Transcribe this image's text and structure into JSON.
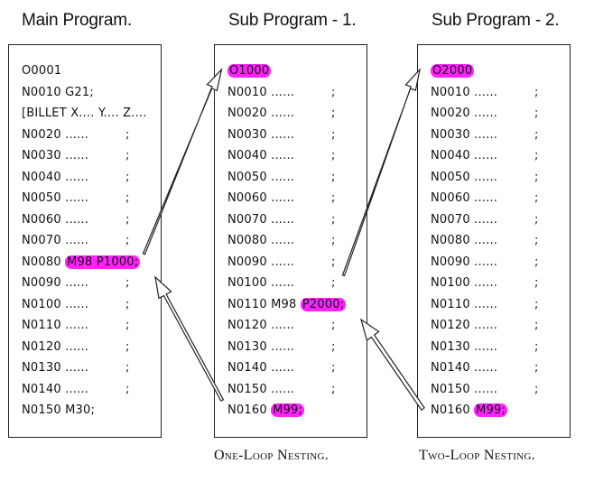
{
  "titles": {
    "main": "Main Program.",
    "sub1": "Sub Program - 1.",
    "sub2": "Sub Program - 2."
  },
  "main_program": {
    "lines": [
      {
        "code": "O0001",
        "semi": false
      },
      {
        "code": "N0010 G21;",
        "semi": false
      },
      {
        "code": "[BILLET X.... Y.... Z....",
        "semi": false
      },
      {
        "code": "N0020 ......",
        "semi": true
      },
      {
        "code": "N0030 ......",
        "semi": true
      },
      {
        "code": "N0040 ......",
        "semi": true
      },
      {
        "code": "N0050 ......",
        "semi": true
      },
      {
        "code": "N0060 ......",
        "semi": true
      },
      {
        "code": "N0070 ......",
        "semi": true
      },
      {
        "code": "N0080",
        "hl": "M98 P1000;",
        "semi": false
      },
      {
        "code": "N0090 ......",
        "semi": true
      },
      {
        "code": "N0100 ......",
        "semi": true
      },
      {
        "code": "N0110 ......",
        "semi": true
      },
      {
        "code": "N0120 ......",
        "semi": true
      },
      {
        "code": "N0130 ......",
        "semi": true
      },
      {
        "code": "N0140 ......",
        "semi": true
      },
      {
        "code": "N0150 M30;",
        "semi": false
      }
    ]
  },
  "sub_program_1": {
    "lines": [
      {
        "hl": "O1000",
        "code": "",
        "semi": false
      },
      {
        "code": "N0010 ......",
        "semi": true
      },
      {
        "code": "N0020 ......",
        "semi": true
      },
      {
        "code": "N0030 ......",
        "semi": true
      },
      {
        "code": "N0040 ......",
        "semi": true
      },
      {
        "code": "N0050 ......",
        "semi": true
      },
      {
        "code": "N0060 ......",
        "semi": true
      },
      {
        "code": "N0070 ......",
        "semi": true
      },
      {
        "code": "N0080 ......",
        "semi": true
      },
      {
        "code": "N0090 ......",
        "semi": true
      },
      {
        "code": "N0100 ......",
        "semi": true
      },
      {
        "code": "N0110 M98",
        "hl": "P2000;",
        "semi": false
      },
      {
        "code": "N0120 ......",
        "semi": true
      },
      {
        "code": "N0130 ......",
        "semi": true
      },
      {
        "code": "N0140 ......",
        "semi": true
      },
      {
        "code": "N0150 ......",
        "semi": true
      },
      {
        "code": "N0160",
        "hl": "M99;",
        "semi": false
      }
    ]
  },
  "sub_program_2": {
    "lines": [
      {
        "hl": "O2000",
        "code": "",
        "semi": false
      },
      {
        "code": "N0010 ......",
        "semi": true
      },
      {
        "code": "N0020 ......",
        "semi": true
      },
      {
        "code": "N0030 ......",
        "semi": true
      },
      {
        "code": "N0040 ......",
        "semi": true
      },
      {
        "code": "N0050 ......",
        "semi": true
      },
      {
        "code": "N0060 ......",
        "semi": true
      },
      {
        "code": "N0070 ......",
        "semi": true
      },
      {
        "code": "N0080 ......",
        "semi": true
      },
      {
        "code": "N0090 ......",
        "semi": true
      },
      {
        "code": "N0100 ......",
        "semi": true
      },
      {
        "code": "N0110 ......",
        "semi": true
      },
      {
        "code": "N0120 ......",
        "semi": true
      },
      {
        "code": "N0130 ......",
        "semi": true
      },
      {
        "code": "N0140 ......",
        "semi": true
      },
      {
        "code": "N0150 ......",
        "semi": true
      },
      {
        "code": "N0160",
        "hl": "M99;",
        "semi": false
      }
    ]
  },
  "semicolon": ";",
  "captions": {
    "one_loop": "One-Loop Nesting.",
    "two_loop": "Two-Loop Nesting."
  },
  "colors": {
    "highlight": "#ff22ff"
  }
}
